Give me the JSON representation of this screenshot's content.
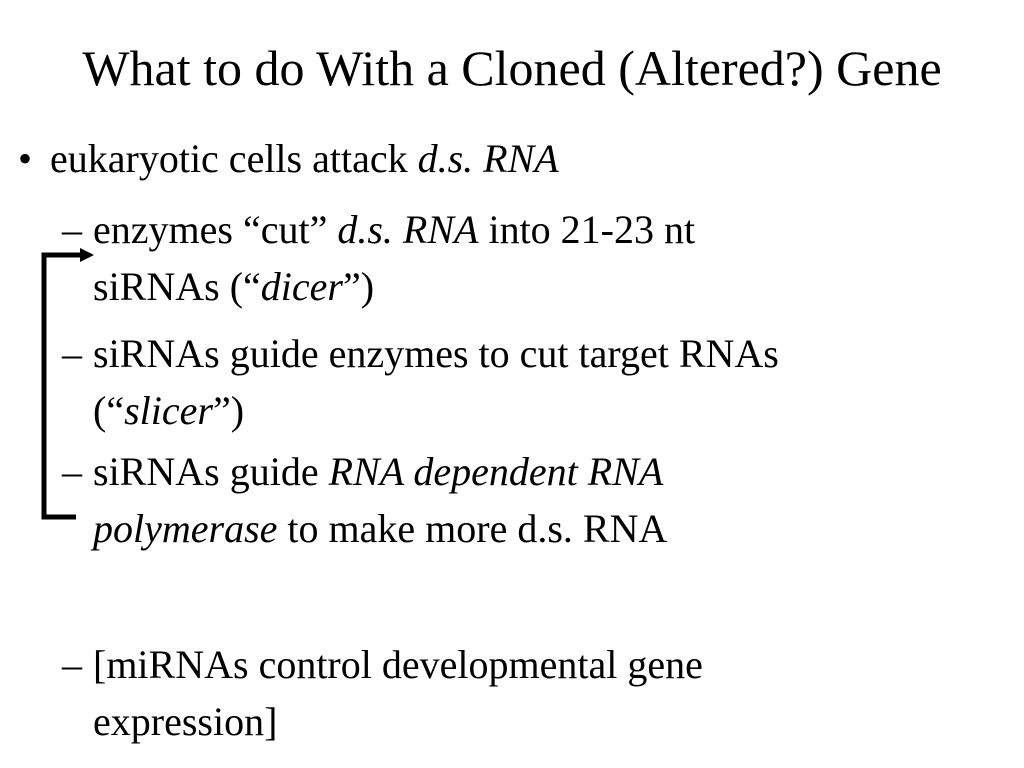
{
  "slide": {
    "title": "What to do With a Cloned (Altered?) Gene",
    "bullet": {
      "marker": "•",
      "text_plain": "eukaryotic cells attack ",
      "text_italic": "d.s. RNA"
    },
    "subitems": [
      {
        "dash": "–",
        "line1_a": "enzymes “cut” ",
        "line1_b_italic": "d.s. RNA",
        "line1_c": " into 21-23 nt",
        "line2_a": "siRNAs  (“",
        "line2_b_italic": "dicer",
        "line2_c": "”)"
      },
      {
        "dash": "–",
        "line1": "siRNAs guide enzymes to cut target RNAs",
        "line2_a": "(“",
        "line2_b_italic": "slicer",
        "line2_c": "”)"
      },
      {
        "dash": "–",
        "line1_a": "siRNAs guide ",
        "line1_b_italic": "RNA dependent RNA",
        "line2_a_italic": "polymerase",
        "line2_b": " to make more d.s. RNA"
      },
      {
        "dash": "–",
        "line1": "[miRNAs control developmental gene",
        "line2": "expression]"
      }
    ]
  },
  "colors": {
    "background": "#ffffff",
    "text": "#000000"
  }
}
